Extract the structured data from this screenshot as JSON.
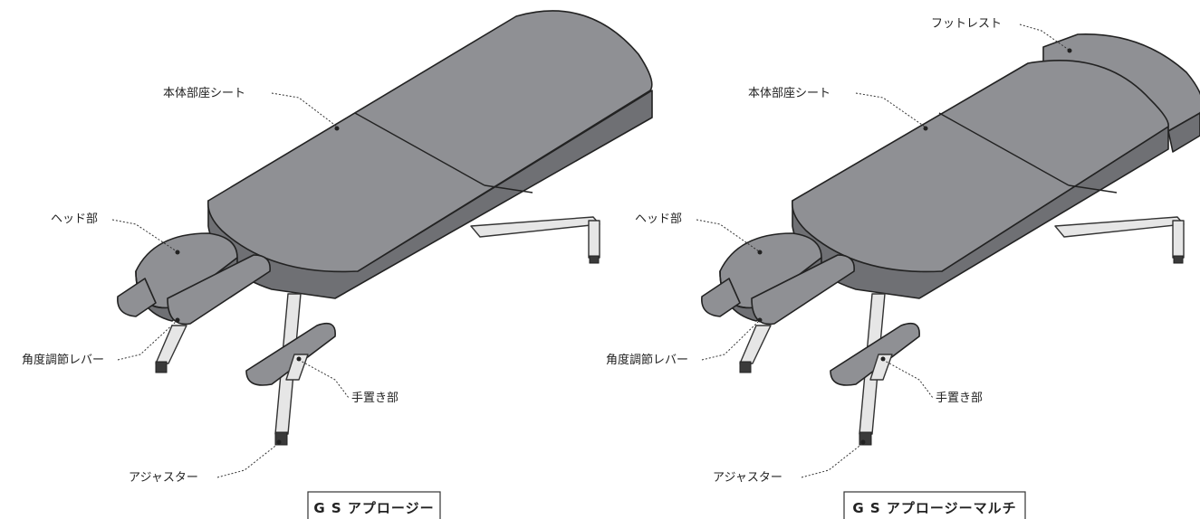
{
  "left_model": {
    "title": "G S アプロージー",
    "labels": {
      "main_seat": "本体部座シート",
      "head": "ヘッド部",
      "angle_lever": "角度調節レバー",
      "hand_rest": "手置き部",
      "adjuster": "アジャスター"
    }
  },
  "right_model": {
    "title": "G S アプロージーマルチ",
    "labels": {
      "footrest": "フットレスト",
      "main_seat": "本体部座シート",
      "head": "ヘッド部",
      "angle_lever": "角度調節レバー",
      "hand_rest": "手置き部",
      "adjuster": "アジャスター"
    }
  },
  "colors": {
    "upholstery": "#8f9094",
    "frame": "#e6e6e6"
  }
}
